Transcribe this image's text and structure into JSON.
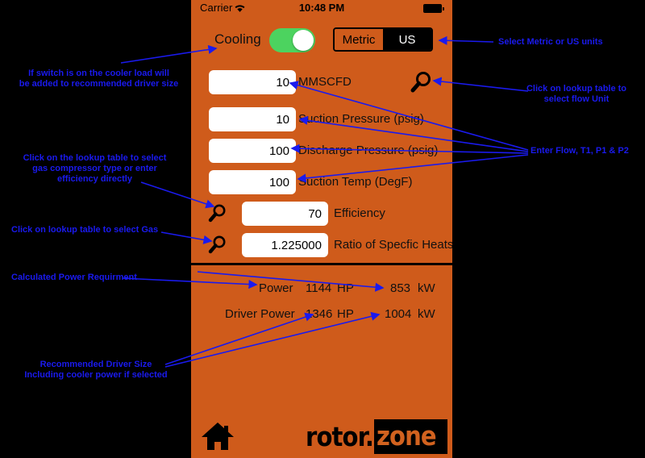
{
  "statusbar": {
    "carrier": "Carrier",
    "time": "10:48 PM",
    "wifi_icon": "wifi-icon",
    "battery_icon": "battery-icon"
  },
  "colors": {
    "background": "#CF5B1B",
    "annotation": "#1A1AEE",
    "switch_on": "#4CD35F",
    "field_bg": "#FFFFFF",
    "logo_accent": "#D2621F"
  },
  "controls": {
    "cooling_label": "Cooling",
    "cooling_switch_state": "on",
    "units": {
      "options": [
        "Metric",
        "US"
      ],
      "selected": "US"
    }
  },
  "inputs": [
    {
      "value": "10",
      "label": "MMSCFD",
      "has_lookup": false
    },
    {
      "value": "10",
      "label": "Suction Pressure (psig)",
      "has_lookup": false
    },
    {
      "value": "100",
      "label": "Discharge Pressure (psig)",
      "has_lookup": false
    },
    {
      "value": "100",
      "label": "Suction Temp (DegF)",
      "has_lookup": false
    },
    {
      "value": "70",
      "label": "Efficiency",
      "has_lookup": true
    },
    {
      "value": "1.225000",
      "label": "Ratio of Specfic Heats",
      "has_lookup": true
    }
  ],
  "lookup_icons": {
    "flow_unit": "magnifier-icon",
    "efficiency": "magnifier-icon",
    "gas": "magnifier-icon"
  },
  "results": [
    {
      "label": "Power",
      "hp": "1144",
      "hp_unit": "HP",
      "kw": "853",
      "kw_unit": "kW"
    },
    {
      "label": "Driver Power",
      "hp": "1346",
      "hp_unit": "HP",
      "kw": "1004",
      "kw_unit": "kW"
    }
  ],
  "bottom": {
    "home_icon": "home-icon",
    "logo_primary": "rotor.",
    "logo_accent": "zone"
  },
  "annotations": [
    {
      "id": "cooling",
      "text": "If switch is on the cooler load will\nbe added to recommended driver size"
    },
    {
      "id": "efficiency",
      "text": "Click on the lookup table to select\ngas compressor type or enter\nefficiency directly"
    },
    {
      "id": "gas",
      "text": "Click on lookup table to select Gas"
    },
    {
      "id": "power",
      "text": "Calculated Power Requirment"
    },
    {
      "id": "driver",
      "text": "Recommended Driver Size\nIncluding cooler power if selected"
    },
    {
      "id": "units",
      "text": "Select Metric or US units"
    },
    {
      "id": "flow-unit",
      "text": "Click on lookup table to\nselect flow Unit"
    },
    {
      "id": "enter-values",
      "text": "Enter Flow, T1, P1 & P2"
    }
  ]
}
